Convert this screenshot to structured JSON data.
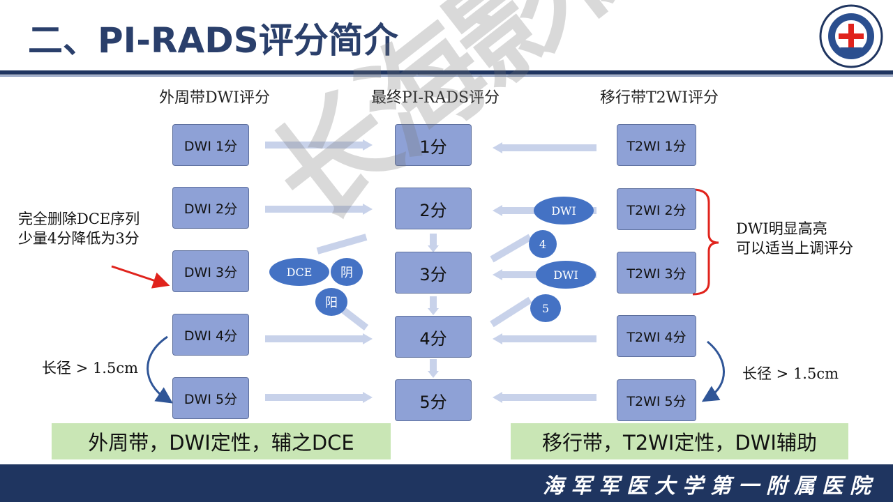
{
  "title": "二、PI-RADS评分简介",
  "headers": {
    "left": "外周带DWI评分",
    "mid": "最终PI-RADS评分",
    "right": "移行带T2WI评分"
  },
  "left_boxes": [
    "DWI  1分",
    "DWI 2分",
    "DWI 3分",
    "DWI 4分",
    "DWI 5分"
  ],
  "mid_boxes": [
    "1分",
    "2分",
    "3分",
    "4分",
    "5分"
  ],
  "right_boxes": [
    "T2WI  1分",
    "T2WI 2分",
    "T2WI 3分",
    "T2WI 4分",
    "T2WI 5分"
  ],
  "left_note": {
    "line1": "完全删除DCE序列",
    "line2": "少量4分降低为3分"
  },
  "right_note": {
    "line1": "DWI明显高亮",
    "line2": "可以适当上调评分"
  },
  "length_left": "长径 > 1.5cm",
  "length_right": "长径 > 1.5cm",
  "dce_oval": {
    "dce": "DCE",
    "pos": "阴",
    "neg": "阳"
  },
  "dwi_ovals": {
    "dwi_a": "DWI",
    "four": "4",
    "dwi_b": "DWI",
    "five": "5"
  },
  "summary_left": "外周带，DWI定性，辅之DCE",
  "summary_right": "移行带，T2WI定性，DWI辅助",
  "footer": "海军军医大学第一附属医院",
  "watermark": "长海影像",
  "colors": {
    "box": "#8ea1d6",
    "navy": "#1f3560",
    "oval": "#4472c4",
    "green": "#c9e6b5",
    "red": "#e0231c"
  }
}
